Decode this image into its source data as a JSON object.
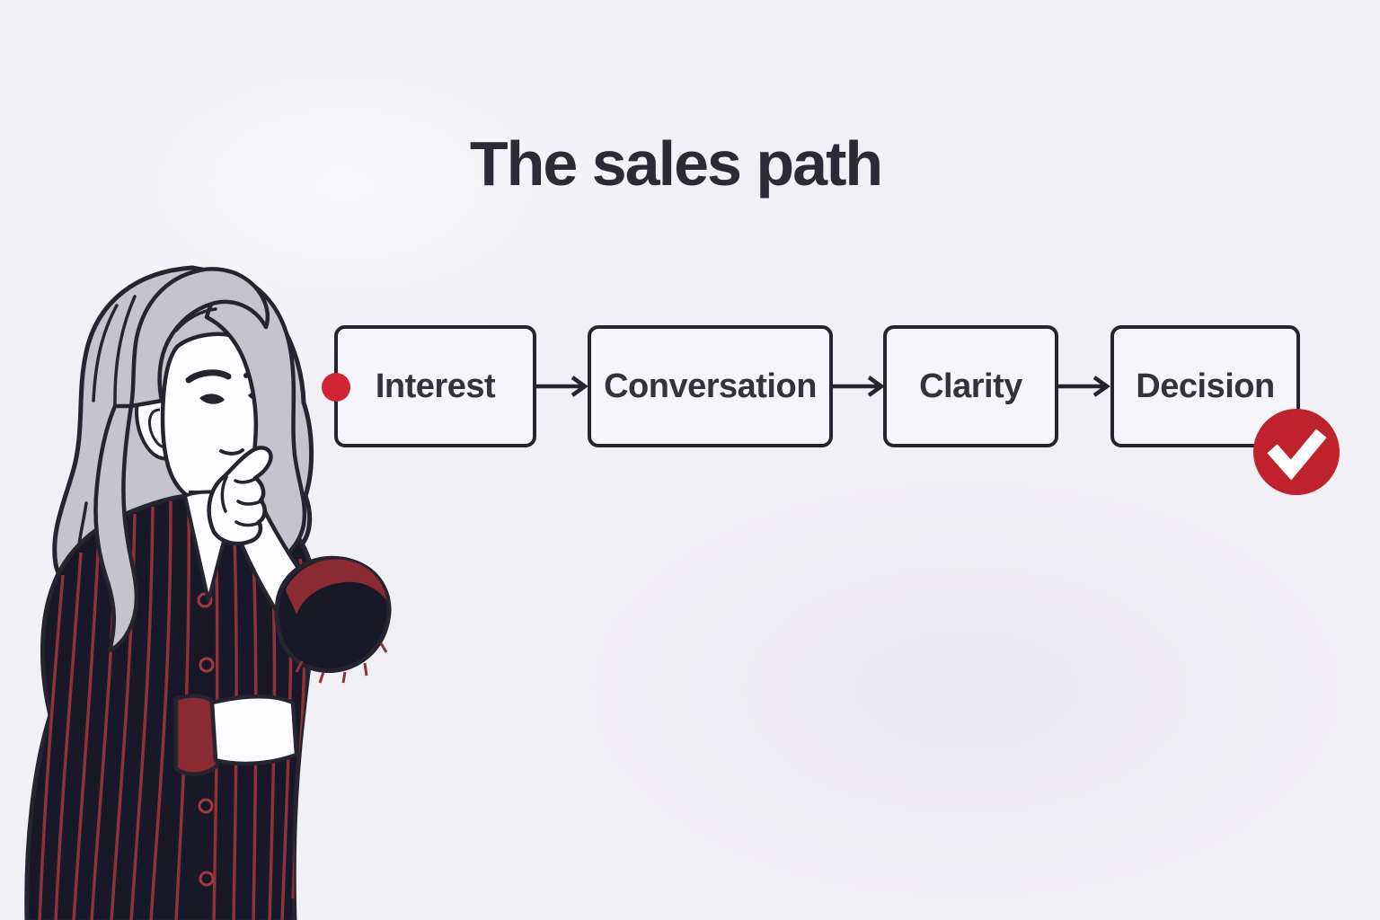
{
  "title": {
    "text": "The sales path"
  },
  "flow": {
    "steps": [
      {
        "label": "Interest"
      },
      {
        "label": "Conversation"
      },
      {
        "label": "Clarity"
      },
      {
        "label": "Decision"
      }
    ],
    "start_marker_color": "#d22430",
    "completion_badge_color": "#c0222d",
    "box_border_color": "#26252f",
    "box_text_color": "#33323d"
  },
  "icons": {
    "check": "✓",
    "start_dot": "●"
  },
  "illustration": {
    "name": "thinking-woman",
    "description": "Woman with long gray hair in dark red-pinstriped dress, hand on chin, thinking",
    "hair_color": "#c5c4cc",
    "dress_color": "#191826",
    "stripe_color": "#8f3139",
    "cuff_color": "#8a2a32"
  },
  "background_color": "#f1f0f5",
  "title_color": "#2b2a35"
}
